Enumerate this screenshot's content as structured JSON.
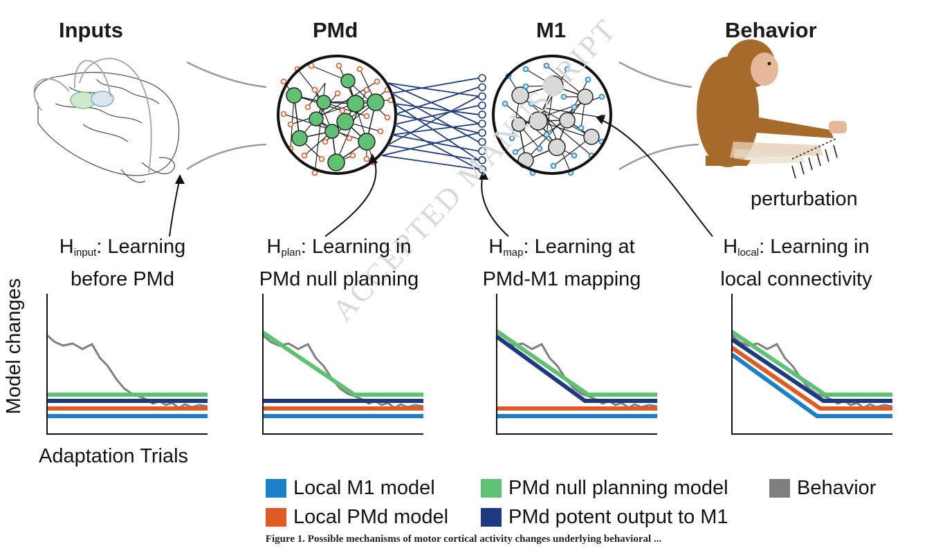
{
  "stages": {
    "inputs": "Inputs",
    "pmd": "PMd",
    "m1": "M1",
    "behavior": "Behavior"
  },
  "perturbation_label": "perturbation",
  "hypotheses": [
    {
      "h": "H",
      "sub": "input",
      "line1_rest": ": Learning",
      "line2": "before PMd"
    },
    {
      "h": "H",
      "sub": "plan",
      "line1_rest": ": Learning in",
      "line2": "PMd null planning"
    },
    {
      "h": "H",
      "sub": "map",
      "line1_rest": ": Learning at",
      "line2": "PMd-M1 mapping"
    },
    {
      "h": "H",
      "sub": "local",
      "line1_rest": ": Learning in",
      "line2": "local connectivity"
    }
  ],
  "axes": {
    "ylabel": "Model changes",
    "xlabel": "Adaptation Trials"
  },
  "legend": [
    {
      "label": "Local M1 model",
      "color": "#1b7fc9"
    },
    {
      "label": "Local PMd model",
      "color": "#e05a24"
    },
    {
      "label": "PMd null planning model",
      "color": "#5fc173"
    },
    {
      "label": "PMd potent output to M1",
      "color": "#1d3a80"
    },
    {
      "label": "Behavior",
      "color": "#7f7f7f"
    }
  ],
  "colors": {
    "local_m1": "#1b7fc9",
    "local_pmd": "#e05a24",
    "pmd_null": "#5fc173",
    "pmd_potent": "#1d3a80",
    "behavior": "#7f7f7f",
    "pmd_node": "#5fc173",
    "m1_node": "#d9d9d9",
    "orange_dot": "#e05a24",
    "blue_dot": "#2e86c9",
    "connection": "#1d3a80"
  },
  "watermark": "ACCEPTED MANUSCRIPT",
  "caption": "Figure 1. Possible mechanisms of motor cortical activity changes underlying behavioral ..."
}
